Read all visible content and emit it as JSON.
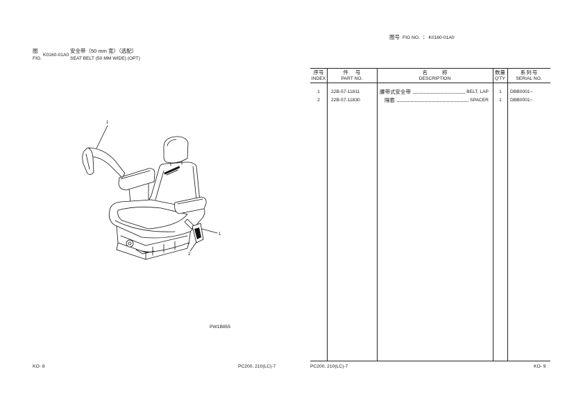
{
  "left_page": {
    "fig_label_cn": "图",
    "fig_label_en": "FIG.",
    "fig_code": "K0160-01A0",
    "title_cn": "安全带（50 mm 宽）（选配）",
    "title_en": "SEAT BELT (50 MM WIDE) (OPT)",
    "callouts": [
      "1",
      "1",
      "2"
    ],
    "illustration_code": "PW1B855",
    "page_number": "KO- 8",
    "model": "PC200, 210(LC)-7"
  },
  "right_page": {
    "fig_no_cn": "图号",
    "fig_no_en": "FIG NO.",
    "fig_no_sep": "：",
    "fig_no": "K0160-01A0",
    "table": {
      "headers": [
        {
          "cn": "序号",
          "en": "INDEX"
        },
        {
          "cn": "件 号",
          "en": "PART NO."
        },
        {
          "cn": "名 称",
          "en": "DESCRIPTION"
        },
        {
          "cn": "数量",
          "en": "Q'TY"
        },
        {
          "cn": "系列号",
          "en": "SERIAL NO."
        }
      ],
      "rows": [
        {
          "index": "1",
          "part_no": "22B-57-11811",
          "description_cn": "腰带式安全带",
          "description_en": "BELT, LAP",
          "qty": "1",
          "serial_no": "DBB0001~"
        },
        {
          "index": "2",
          "part_no": "22B-57-11830",
          "description_cn": "隔套",
          "description_en": "SPACER",
          "qty": "1",
          "serial_no": "DBB0001~"
        }
      ]
    },
    "model": "PC200, 210(LC)-7",
    "page_number": "KO- 9"
  }
}
